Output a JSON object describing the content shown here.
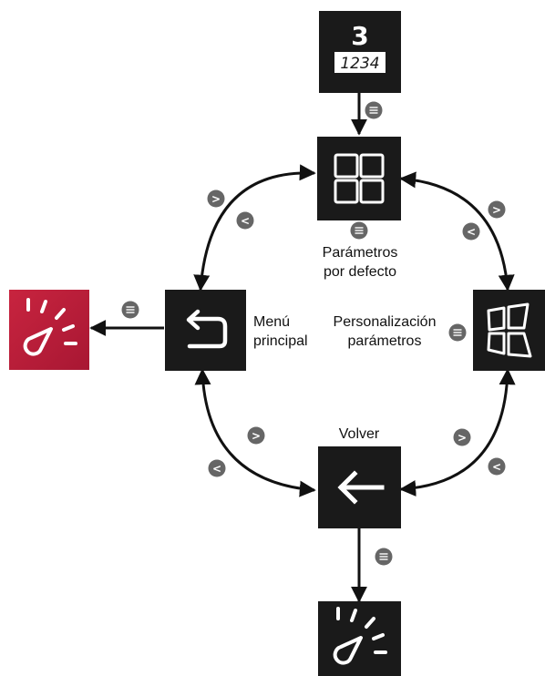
{
  "nodes": {
    "profile_number": {
      "number": "3",
      "code": "1234"
    },
    "default_params": {
      "label_line1": "Parámetros",
      "label_line2": "por defecto"
    },
    "main_menu": {
      "label_line1": "Menú",
      "label_line2": "principal"
    },
    "personalize": {
      "label_line1": "Personalización",
      "label_line2": "parámetros"
    },
    "back": {
      "label": "Volver"
    }
  },
  "buttons": {
    "next_symbol": ">",
    "prev_symbol": "<"
  },
  "colors": {
    "tile": "#1a1a1a",
    "accent": "#b71c38",
    "button": "#666666",
    "line": "#111111"
  },
  "icons": [
    "grid-icon",
    "menu-icon",
    "return-arrow-icon",
    "windows-icon",
    "left-arrow-icon",
    "speedometer-icon"
  ]
}
